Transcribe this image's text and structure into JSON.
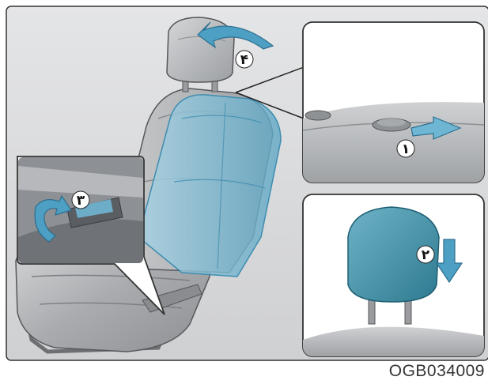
{
  "figure": {
    "reference_code": "OGB034009",
    "steps": [
      {
        "id": "step-1",
        "label": "۱"
      },
      {
        "id": "step-2",
        "label": "۲"
      },
      {
        "id": "step-3",
        "label": "۳"
      },
      {
        "id": "step-4",
        "label": "۴"
      }
    ]
  },
  "colors": {
    "panel_background": "#d9dadb",
    "seat_gray": "#b9bbbd",
    "highlight_blue": "#74b6cf",
    "arrow_blue": "#4d9fc3",
    "headrest_blue": "#3f8ea4",
    "line": "#222222"
  }
}
